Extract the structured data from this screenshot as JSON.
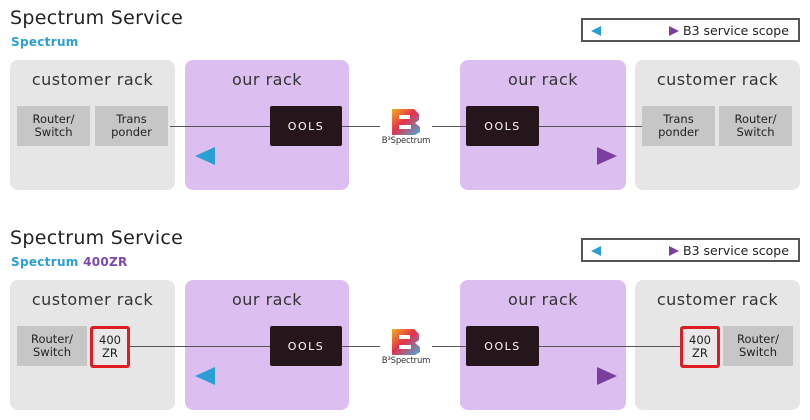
{
  "panels": [
    {
      "title": "Spectrum Service",
      "subtitle_parts": [
        {
          "text": "Spectrum",
          "color": "#2a9fd6"
        }
      ],
      "legend_label": "B3 service scope",
      "left_rack": {
        "title": "customer rack",
        "devices": [
          "Router/\nSwitch",
          "Trans\nponder"
        ]
      },
      "our_rack_left": {
        "title": "our rack",
        "device": "OOLS"
      },
      "our_rack_right": {
        "title": "our rack",
        "device": "OOLS"
      },
      "right_rack": {
        "title": "customer rack",
        "devices": [
          "Trans\nponder",
          "Router/\nSwitch"
        ]
      },
      "logo": {
        "mark": "B",
        "text": "B³Spectrum"
      }
    },
    {
      "title": "Spectrum Service",
      "subtitle_parts": [
        {
          "text": "Spectrum ",
          "color": "#2a9fd6"
        },
        {
          "text": "400ZR",
          "color": "#7c47b3"
        }
      ],
      "legend_label": "B3 service scope",
      "left_rack": {
        "title": "customer rack",
        "devices": [
          "Router/\nSwitch",
          "400\nZR"
        ]
      },
      "our_rack_left": {
        "title": "our rack",
        "device": "OOLS"
      },
      "our_rack_right": {
        "title": "our rack",
        "device": "OOLS"
      },
      "right_rack": {
        "title": "customer rack",
        "devices": [
          "400\nZR",
          "Router/\nSwitch"
        ]
      },
      "logo": {
        "mark": "B",
        "text": "B³Spectrum"
      }
    }
  ],
  "colors": {
    "customer_rack": "#e6e6e6",
    "our_rack": "#dcbff0",
    "ools": "#26161c",
    "zr_border": "#e11b22",
    "arrow_start": "#2a9fd6",
    "arrow_end": "#7c3fa0"
  }
}
